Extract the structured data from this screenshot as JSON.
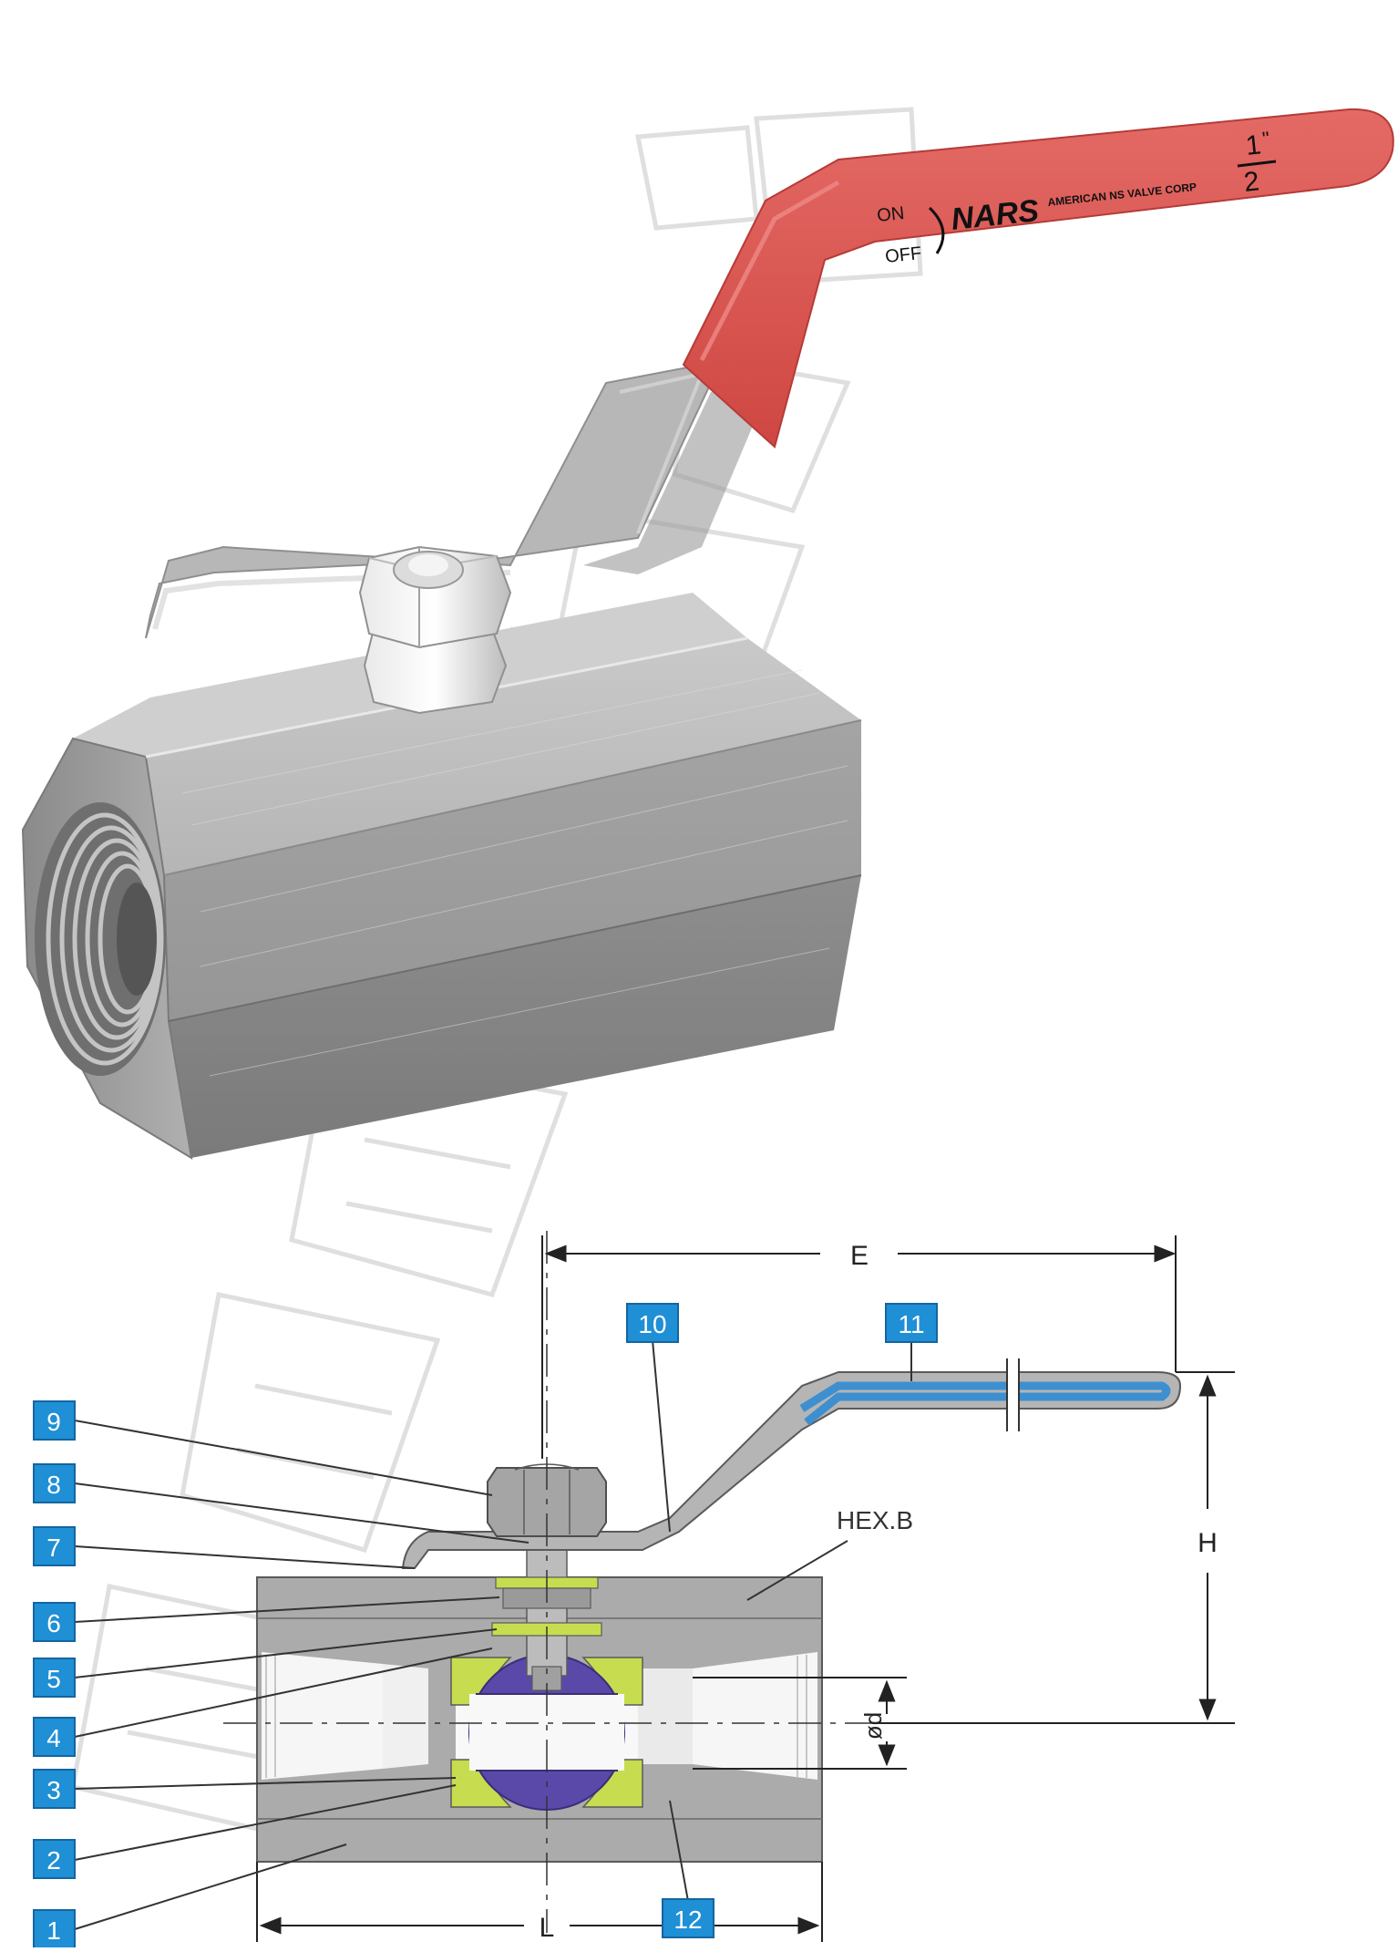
{
  "photo": {
    "handle": {
      "on_label": "ON",
      "off_label": "OFF",
      "brand": "NARS",
      "company": "AMERICAN NS VALVE CORP",
      "size_numerator": "1",
      "size_prime": "\"",
      "size_denominator": "2"
    }
  },
  "drawing": {
    "dimensions": {
      "e": "E",
      "h": "H",
      "l": "L",
      "d": "ød",
      "hex": "HEX.B"
    },
    "callouts": [
      {
        "id": "1",
        "label": "1"
      },
      {
        "id": "2",
        "label": "2"
      },
      {
        "id": "3",
        "label": "3"
      },
      {
        "id": "4",
        "label": "4"
      },
      {
        "id": "5",
        "label": "5"
      },
      {
        "id": "6",
        "label": "6"
      },
      {
        "id": "7",
        "label": "7"
      },
      {
        "id": "8",
        "label": "8"
      },
      {
        "id": "9",
        "label": "9"
      },
      {
        "id": "10",
        "label": "10"
      },
      {
        "id": "11",
        "label": "11"
      },
      {
        "id": "12",
        "label": "12"
      }
    ]
  },
  "colors": {
    "handle_red": "#d9534f",
    "steel": "#a9a9a9",
    "callout_blue": "#1f8fd6",
    "seat_green": "#c7dd4f",
    "ball_purple": "#5a49a8",
    "grip_blue": "#3d8fd0",
    "watermark": "#d9d9d9"
  }
}
